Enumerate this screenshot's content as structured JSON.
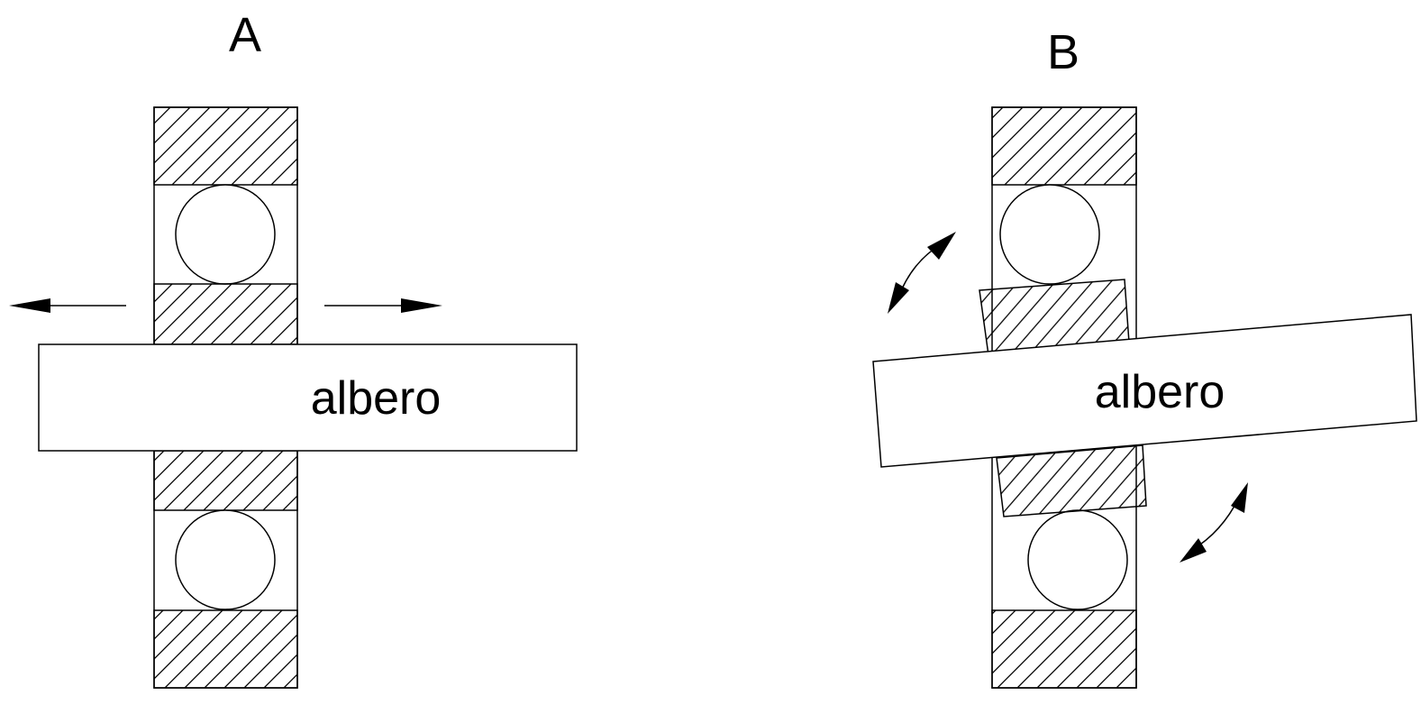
{
  "diagram": {
    "panel_a": {
      "label": "A",
      "shaft_label": "albero"
    },
    "panel_b": {
      "label": "B",
      "shaft_label": "albero"
    },
    "colors": {
      "stroke": "#000000",
      "background": "#ffffff"
    }
  }
}
